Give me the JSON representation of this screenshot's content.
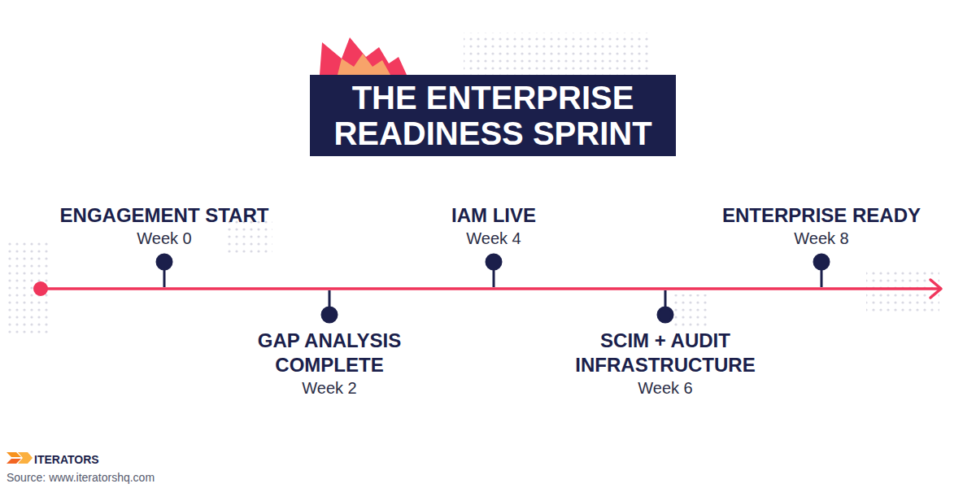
{
  "diagram": {
    "title": "THE ENTERPRISE READINESS SPRINT",
    "nodes": [
      {
        "text": [
          "ENGAGEMENT START",
          "Week 0"
        ]
      },
      {
        "text": [
          "GAP ANALYSIS COMPLETE",
          "Week 2"
        ]
      },
      {
        "text": [
          "IAM LIVE",
          "Week 4"
        ]
      },
      {
        "text": [
          "SCIM + AUDIT INFRASTRUCTURE",
          "Week 6"
        ]
      },
      {
        "text": [
          "ENTERPRISE READY",
          "Week 8"
        ]
      }
    ],
    "labels": [
      "ITERATORS",
      "Source: www.iteratorshq.com"
    ]
  }
}
